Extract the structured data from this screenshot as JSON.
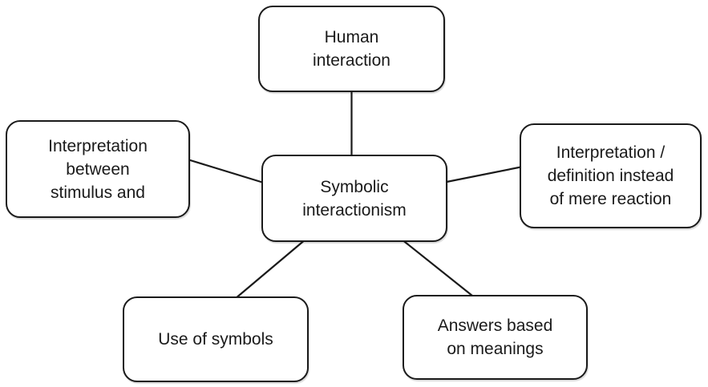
{
  "diagram": {
    "description": "Concept map of symbolic interactionism with five related concepts",
    "colors": {
      "background": "#ffffff",
      "node_fill": "#ffffff",
      "node_border": "#1a1a1a",
      "text": "#1a1a1a",
      "connector": "#1a1a1a"
    },
    "nodes": {
      "center": {
        "label": "Symbolic\ninteractionism"
      },
      "top": {
        "label": "Human\ninteraction"
      },
      "left": {
        "label": "Interpretation\nbetween\nstimulus and"
      },
      "right": {
        "label": "Interpretation /\ndefinition instead\nof mere reaction"
      },
      "bottom_left": {
        "label": "Use of symbols"
      },
      "bottom_right": {
        "label": "Answers based\non meanings"
      }
    },
    "edges": [
      {
        "from": "center",
        "to": "top"
      },
      {
        "from": "center",
        "to": "left"
      },
      {
        "from": "center",
        "to": "right"
      },
      {
        "from": "center",
        "to": "bottom_left"
      },
      {
        "from": "center",
        "to": "bottom_right"
      }
    ]
  }
}
